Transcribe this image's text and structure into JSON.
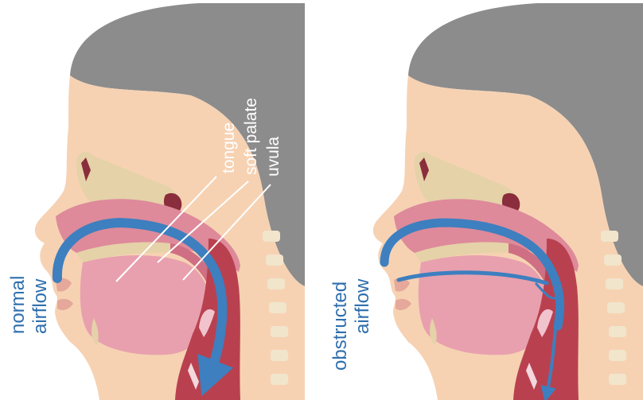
{
  "panels": [
    {
      "id": "normal",
      "airflow_label_line1": "normal",
      "airflow_label_line2": "airflow"
    },
    {
      "id": "obstructed",
      "airflow_label_line1": "obstructed",
      "airflow_label_line2": "airflow"
    }
  ],
  "anatomy_labels": {
    "tongue": "tongue",
    "soft_palate": "soft palate",
    "uvula": "uvula"
  },
  "colors": {
    "hair": "#8c8c8c",
    "skin": "#f6d2b3",
    "bone": "#e5d2a8",
    "mucosa": "#de8a9b",
    "tongue": "#e8a0ae",
    "throat": "#b9414f",
    "airflow": "#3d7fbf"
  }
}
